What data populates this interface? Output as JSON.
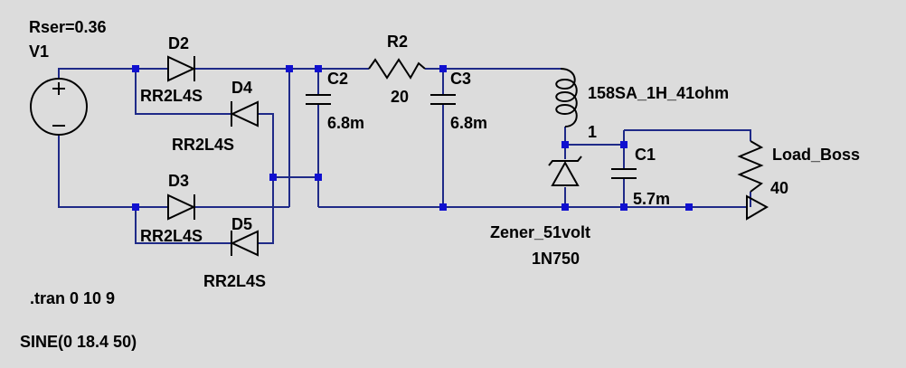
{
  "schematic": {
    "directives": {
      "tran": ".tran 0 10 9",
      "source": "SINE(0 18.4 50)"
    },
    "v1": {
      "name": "V1",
      "rser": "Rser=0.36"
    },
    "diodes": [
      {
        "name": "D2",
        "model": "RR2L4S"
      },
      {
        "name": "D4",
        "model": "RR2L4S"
      },
      {
        "name": "D3",
        "model": "RR2L4S"
      },
      {
        "name": "D5",
        "model": "RR2L4S"
      }
    ],
    "c2": {
      "name": "C2",
      "value": "6.8m"
    },
    "r2": {
      "name": "R2",
      "value": "20"
    },
    "c3": {
      "name": "C3",
      "value": "6.8m"
    },
    "l1": {
      "model": "158SA_1H_41ohm",
      "value": "1"
    },
    "zener": {
      "name": "Zener_51volt",
      "model": "1N750"
    },
    "c1": {
      "name": "C1",
      "value": "5.7m"
    },
    "load": {
      "name": "Load_Boss",
      "value": "40"
    },
    "colors": {
      "wire": "#1f2a88",
      "node": "#1010d0",
      "component": "#000000",
      "background": "#dcdcdc"
    }
  }
}
